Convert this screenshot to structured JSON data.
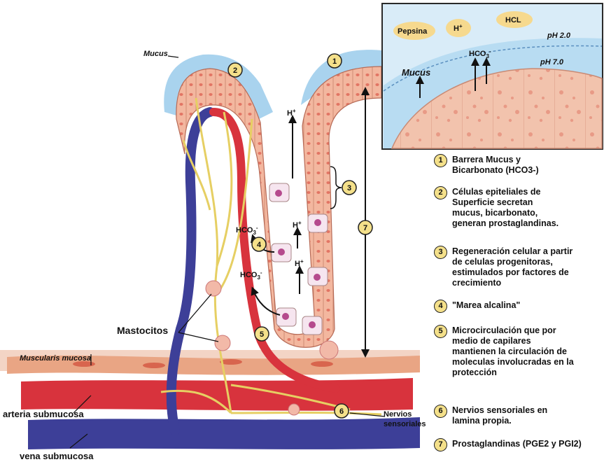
{
  "labels": {
    "mucus": "Mucus",
    "muscularis": "Muscularis mucosa",
    "mastocitos": "Mastocitos",
    "arteria": "arteria submucosa",
    "vena": "vena submucosa",
    "nervios_line1": "Nervios",
    "nervios_line2": "sensoriales",
    "h_plus": "H",
    "hco3": "HCO",
    "hco3_sub": "3",
    "hco3_sup": "-"
  },
  "inset": {
    "pepsina": "Pepsina",
    "h_plus": "H",
    "hcl": "HCL",
    "ph_acid": "pH 2.0",
    "ph_neutral": "pH 7.0",
    "hco3": "HCO",
    "mucus": "Mucus"
  },
  "markers": [
    "1",
    "2",
    "3",
    "4",
    "5",
    "6",
    "7"
  ],
  "legend": [
    {
      "num": "1",
      "text": "Barrera Mucus y\nBicarbonato (HCO3-)"
    },
    {
      "num": "2",
      "text": "Células epiteliales de\nSuperficie secretan\nmucus, bicarbonato,\ngeneran prostaglandinas."
    },
    {
      "num": "3",
      "text": "Regeneración celular a partir\nde celulas progenitoras,\nestimulados por factores de\ncrecimiento"
    },
    {
      "num": "4",
      "text": "\"Marea alcalina\""
    },
    {
      "num": "5",
      "text": "Microcirculación que por\nmedio de capilares\nmantienen  la circulación de\nmoleculas involucradas en la\nprotección"
    },
    {
      "num": "6",
      "text": "Nervios sensoriales  en\nlamina propia."
    },
    {
      "num": "7",
      "text": "Prostaglandinas   (PGE2  y PGI2)"
    }
  ],
  "colors": {
    "mucus": "#a9d3ee",
    "epithelium": "#f2b59c",
    "artery": "#d8333d",
    "vein": "#3d3f98",
    "nerve": "#f0e18a",
    "muscle": "#e9a584",
    "marker": "#f4e08a"
  }
}
